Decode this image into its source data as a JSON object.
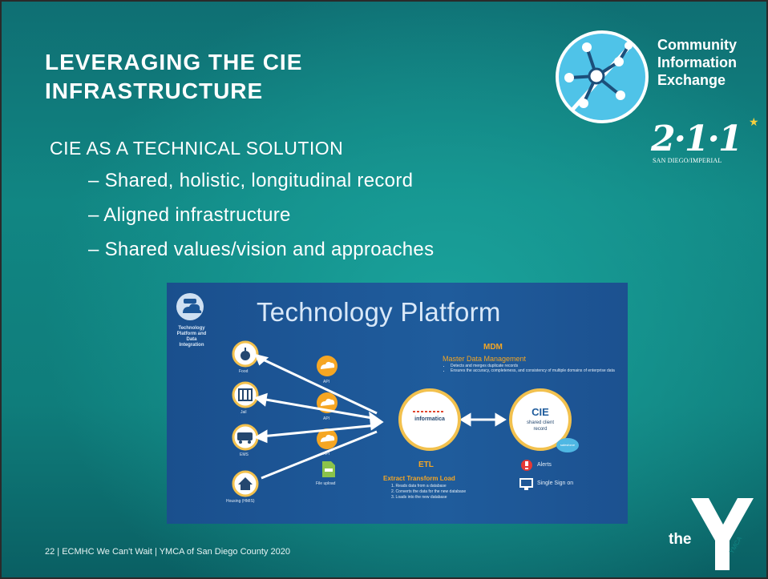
{
  "slide": {
    "title": "LEVERAGING THE CIE\nINFRASTRUCTURE",
    "subtitle": "CIE AS A TECHNICAL SOLUTION",
    "bullets": [
      "– Shared, holistic, longitudinal record",
      "– Aligned infrastructure",
      "– Shared values/vision and approaches"
    ],
    "footer": "22  | ECMHC We Can't Wait | YMCA of San Diego County 2020"
  },
  "logos": {
    "cie_lines": [
      "Community",
      "Information",
      "Exchange"
    ],
    "logo211_number": "2·1·1",
    "logo211_sub": "SAN DIEGO/IMPERIAL",
    "ymca_text": "the",
    "ymca_side": "YMCA"
  },
  "figure": {
    "title": "Technology Platform",
    "sidebar_label": "Technology\nPlatform and\nData\nIntegration",
    "sources": [
      "Food",
      "Jail",
      "EMS",
      "Housing (HMIS)"
    ],
    "api_labels": [
      "API",
      "API",
      "API"
    ],
    "file_upload": "File upload",
    "informatica": "informatica",
    "cie_title": "CIE",
    "cie_sub1": "shared client",
    "cie_sub2": "record",
    "salesforce": "salesforce",
    "mdm_title": "MDM",
    "mdm_subtitle": "Master Data Management",
    "mdm_bullets": [
      "Detects and merges duplicate records",
      "Ensures the accuracy, completeness, and consistency of multiple domains of enterprise data"
    ],
    "etl_title": "ETL",
    "etl_subtitle": "Extract Transform Load",
    "etl_steps": [
      "1.    Reads data from a database",
      "2.    Converts the data for the new database",
      "3.    Loads into the new database"
    ],
    "alerts": "Alerts",
    "sso": "Single Sign on"
  },
  "colors": {
    "bg_teal": "#118683",
    "figure_blue": "#1d5797",
    "orange": "#f5a623",
    "cie_light_blue": "#4fc3e8"
  }
}
